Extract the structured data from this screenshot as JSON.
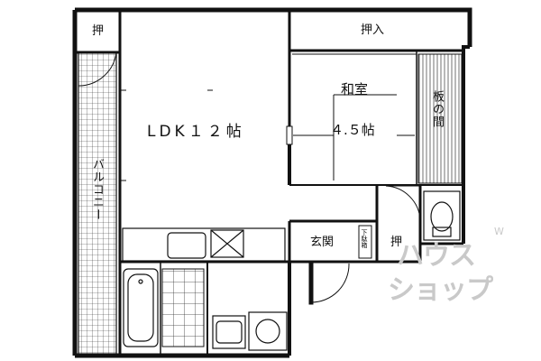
{
  "plan": {
    "rooms": {
      "ldk": "LDK１２帖",
      "washitsu": "和室",
      "washitsu_size": "４.５帖",
      "itanoma": "板の間",
      "balcony": "バルコニー",
      "genkan": "玄関",
      "geta_bako": "下駄箱",
      "oshiire_upper": "押入",
      "oshi_topleft": "押",
      "oshi_entry": "押"
    },
    "watermark": {
      "brand": "ハウス",
      "brand_sub": "ショップ",
      "mark": "W"
    }
  }
}
